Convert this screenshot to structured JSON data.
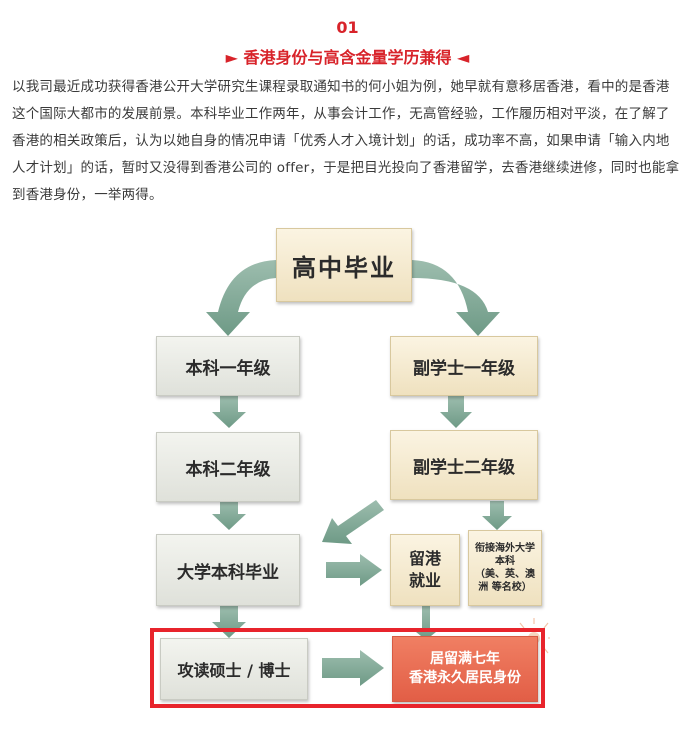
{
  "section_number": "01",
  "heading": "► 香港身份与高含金量学历兼得 ◄",
  "paragraph": "以我司最近成功获得香港公开大学研究生课程录取通知书的何小姐为例，她早就有意移居香港，看中的是香港这个国际大都市的发展前景。本科毕业工作两年，从事会计工作，无高管经验，工作履历相对平淡，在了解了香港的相关政策后，认为以她自身的情况申请「优秀人才入境计划」的话，成功率不高，如果申请「输入内地人才计划」的话，暂时又没得到香港公司的 offer，于是把目光投向了香港留学，去香港继续进修，同时也能拿到香港身份，一举两得。",
  "flow": {
    "top": "高中毕业",
    "left": [
      "本科一年级",
      "本科二年级",
      "大学本科毕业",
      "攻读硕士 / 博士"
    ],
    "right": [
      "副学士一年级",
      "副学士二年级"
    ],
    "stay_work": "留港\n就业",
    "overseas": "衔接海外大学\n本科\n（美、英、澳\n洲 等名校）",
    "permanent": "居留满七年\n香港永久居民身份"
  },
  "colors": {
    "accent_red": "#d8232a",
    "arrow_green": "#7aa391",
    "box_grey": "#e9eae4",
    "box_cream": "#f6ecd2",
    "box_red": "#e8684f"
  }
}
